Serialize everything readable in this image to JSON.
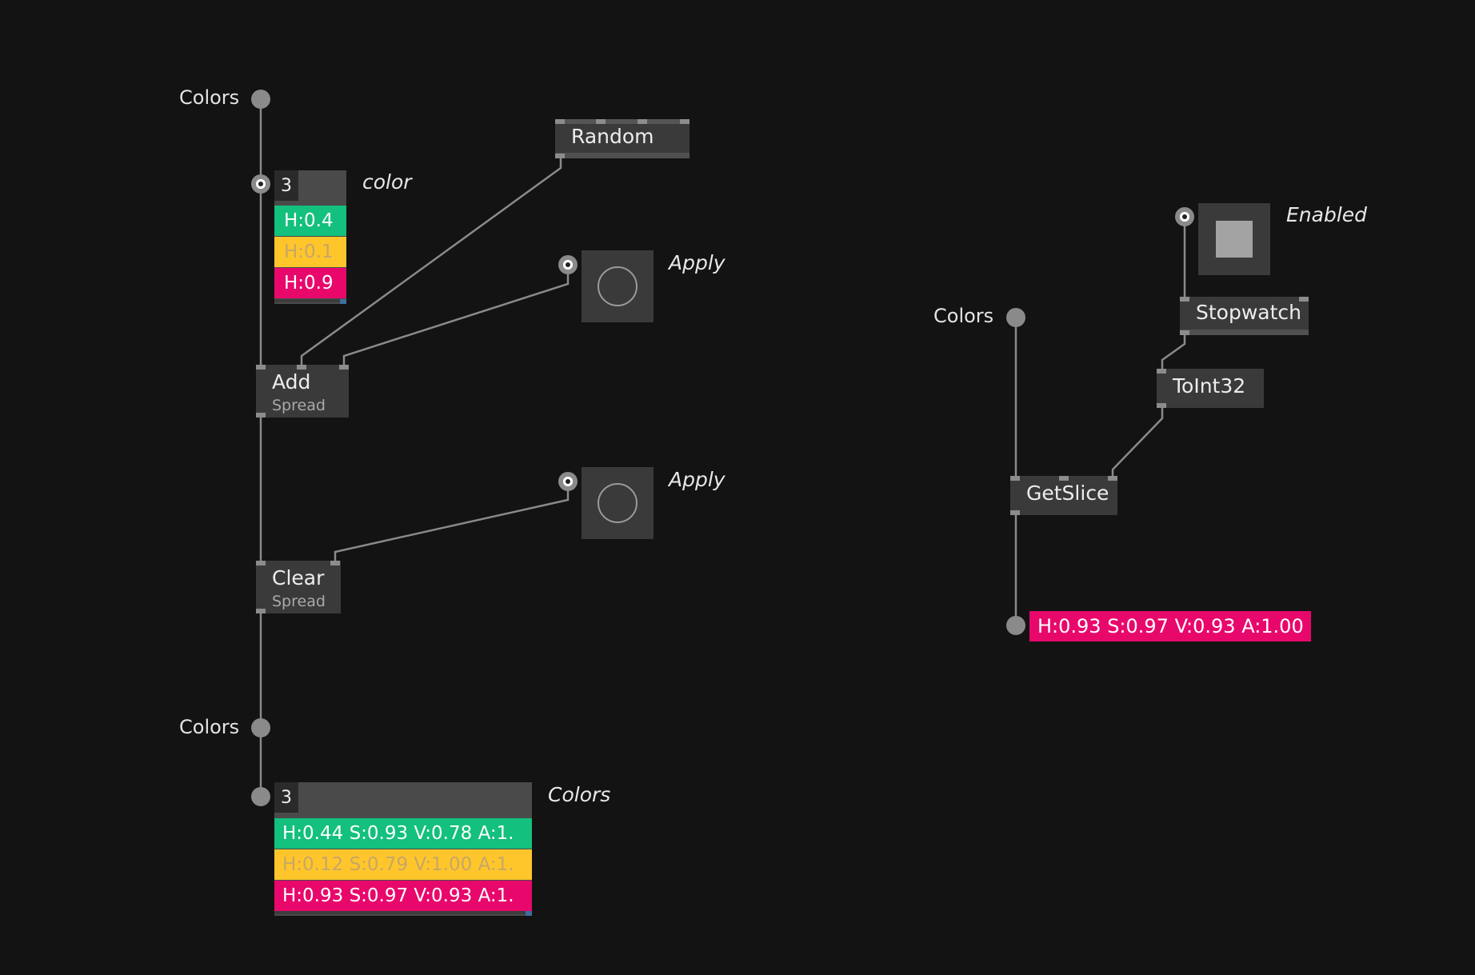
{
  "colors": {
    "background": "#131313",
    "node": "#3a3a3a",
    "wire": "#8a8a8a",
    "green": "#13c07d",
    "yellow": "#ffc62b",
    "yellow_text": "#c7a768",
    "magenta": "#e8086c"
  },
  "left": {
    "colors_in_label": "Colors",
    "color_spread": {
      "label": "color",
      "count": "3",
      "rows": [
        "H:0.4",
        "H:0.1",
        "H:0.9"
      ]
    },
    "random_node": {
      "title": "Random"
    },
    "apply_add": {
      "label": "Apply"
    },
    "add_node": {
      "title": "Add",
      "subtitle": "Spread"
    },
    "apply_clear": {
      "label": "Apply"
    },
    "clear_node": {
      "title": "Clear",
      "subtitle": "Spread"
    },
    "colors_out_label": "Colors",
    "colors_spread": {
      "label": "Colors",
      "count": "3",
      "rows": [
        "H:0.44 S:0.93 V:0.78 A:1.",
        "H:0.12 S:0.79 V:1.00 A:1.",
        "H:0.93 S:0.97 V:0.93 A:1."
      ]
    }
  },
  "right": {
    "enabled": {
      "label": "Enabled"
    },
    "stopwatch_node": {
      "title": "Stopwatch"
    },
    "toint_node": {
      "title": "ToInt32"
    },
    "colors_label": "Colors",
    "getslice_node": {
      "title": "GetSlice"
    },
    "output_value": "H:0.93 S:0.97 V:0.93 A:1.00"
  }
}
